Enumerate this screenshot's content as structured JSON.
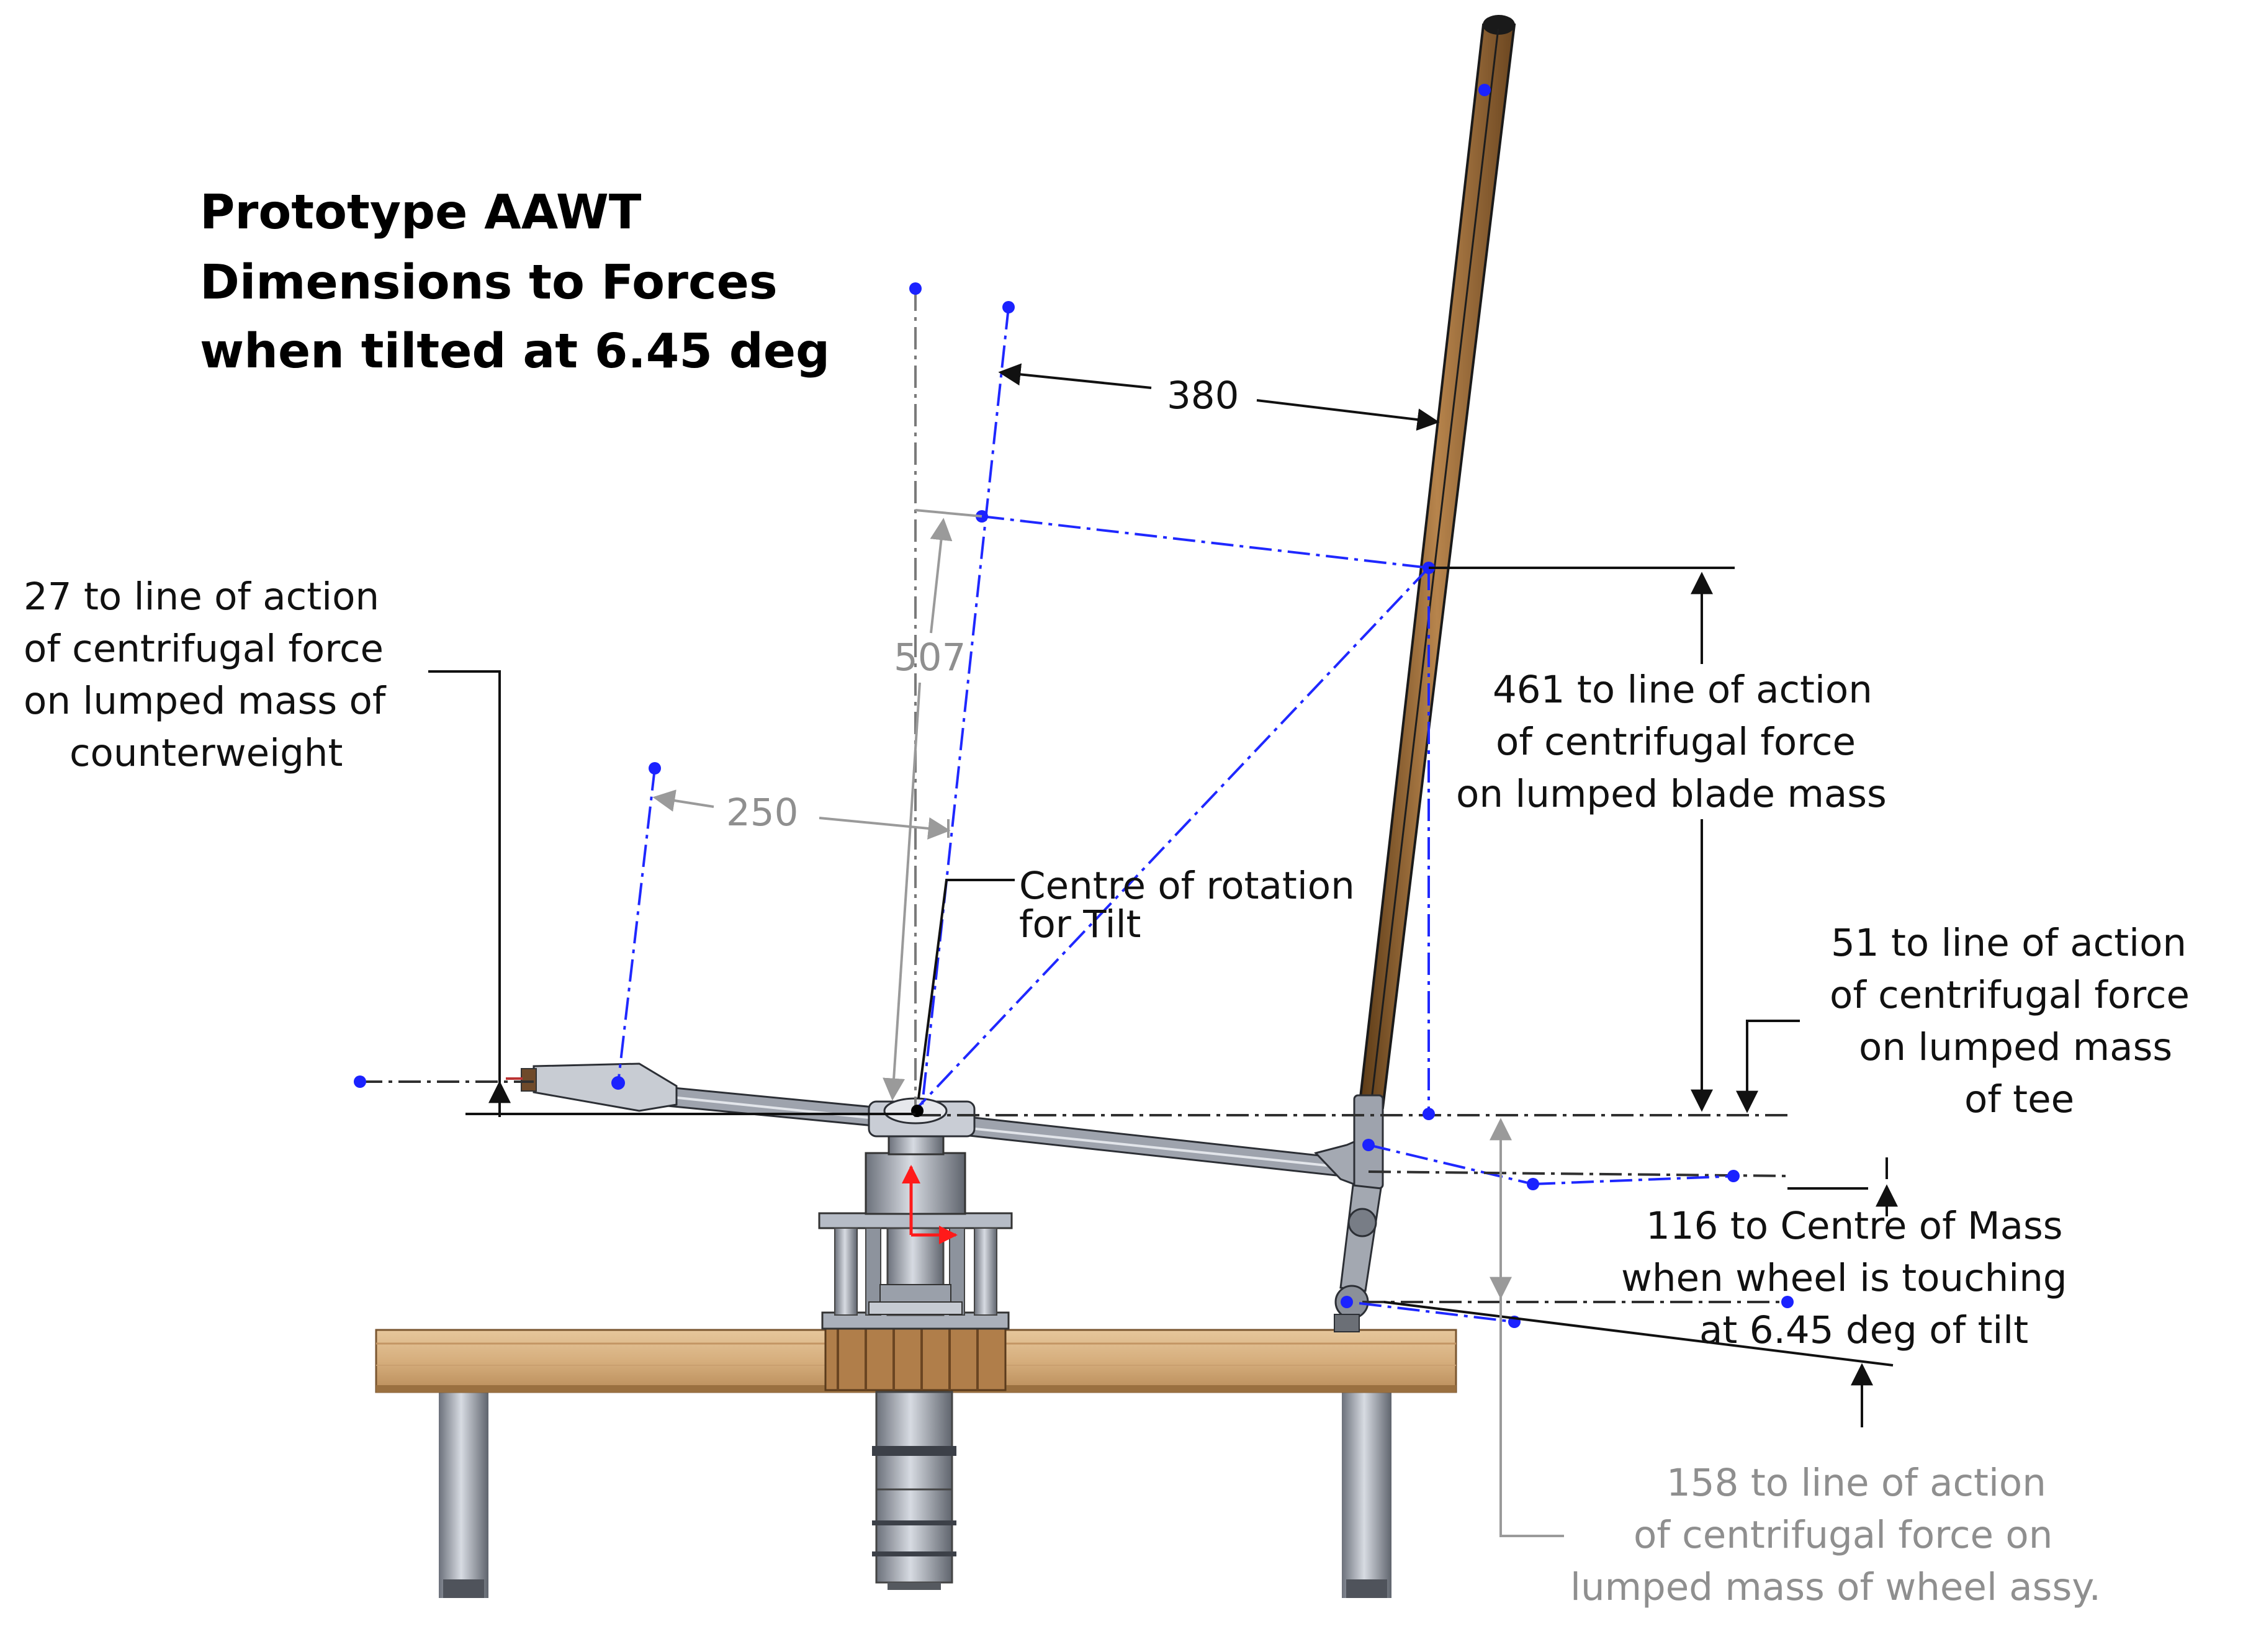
{
  "title_lines": [
    "Prototype AAWT",
    "Dimensions to Forces",
    "when tilted at 6.45 deg"
  ],
  "dimensions": {
    "d380": "380",
    "d507": "507",
    "d250": "250"
  },
  "annotations": {
    "counterweight": [
      "27 to line of action",
      "of centrifugal force",
      "on lumped mass of",
      "counterweight"
    ],
    "centre_rotation": [
      "Centre of rotation",
      "for Tilt"
    ],
    "blade": [
      "461 to line of action",
      "of centrifugal force",
      "on lumped blade mass"
    ],
    "tee": [
      "51 to line of action",
      "of centrifugal force",
      "on lumped mass",
      "of tee"
    ],
    "centre_mass": [
      "116 to Centre of Mass",
      "when wheel is touching",
      "at 6.45 deg of tilt"
    ],
    "wheel": [
      "158 to line of action",
      "of centrifugal force on",
      "lumped mass of wheel assy."
    ]
  },
  "colors": {
    "construction_line": "#1f28ff",
    "blade_wood": "#a0703c",
    "table_wood": "#d9b68a",
    "metal": "#9ea3ad",
    "dimension_grey": "#8f8f8f",
    "axis_red": "#ff1a1a"
  }
}
